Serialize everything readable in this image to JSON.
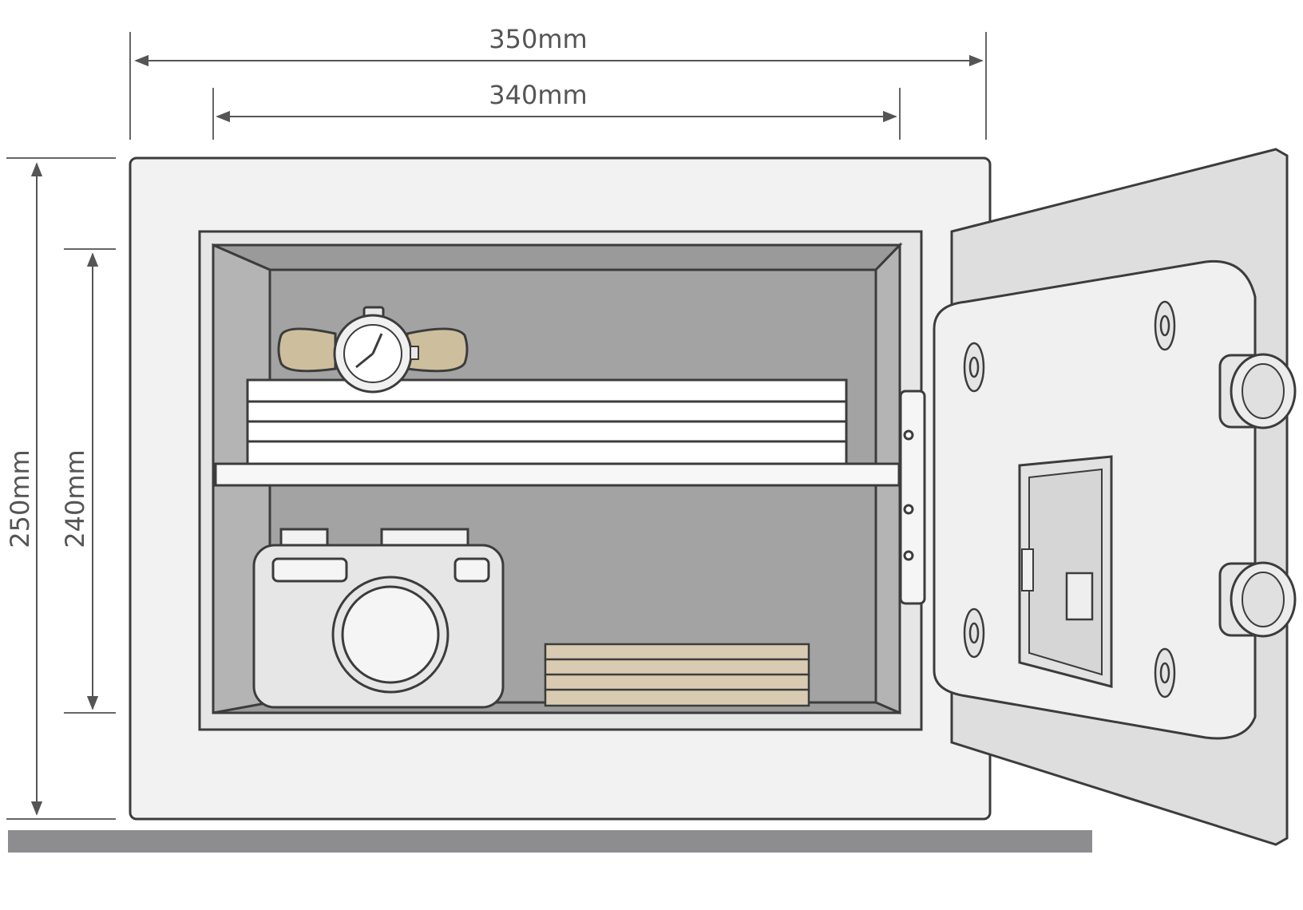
{
  "dimensions": {
    "outer_width": "350mm",
    "inner_width": "340mm",
    "outer_height": "250mm",
    "inner_height": "240mm"
  },
  "colors": {
    "outline": "#3c3c3c",
    "body_fill": "#f2f2f2",
    "interior_fill": "#a3a3a4",
    "interior_side": "#b4b4b5",
    "shelf_fill": "#f7f7f7",
    "door_fill": "#dedede",
    "door_panel": "#f0f0f0",
    "cash_fill": "#d8cbb2",
    "watch_band": "#cdbf9d",
    "floor": "#8d8d8f",
    "dimension_line": "#555555"
  },
  "icons": {
    "watch": "wristwatch-icon",
    "camera": "camera-icon",
    "cash": "banknote-stack-icon",
    "documents": "document-stack-icon",
    "keypad": "keypad-icon",
    "hinge": "hinge-icon",
    "bolt": "locking-bolt-icon"
  }
}
